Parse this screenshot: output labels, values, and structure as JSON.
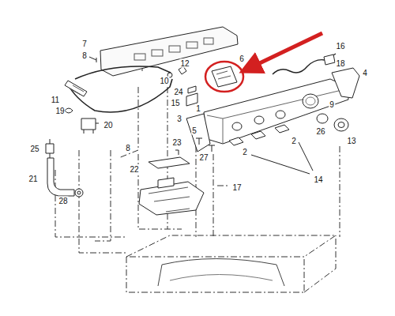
{
  "diagram": {
    "labels": [
      "7",
      "8",
      "12",
      "16",
      "6",
      "18",
      "4",
      "10",
      "24",
      "15",
      "1",
      "11",
      "19",
      "20",
      "3",
      "9",
      "26",
      "13",
      "25",
      "5",
      "27",
      "2",
      "2",
      "14",
      "8",
      "23",
      "22",
      "17",
      "21",
      "28"
    ]
  }
}
